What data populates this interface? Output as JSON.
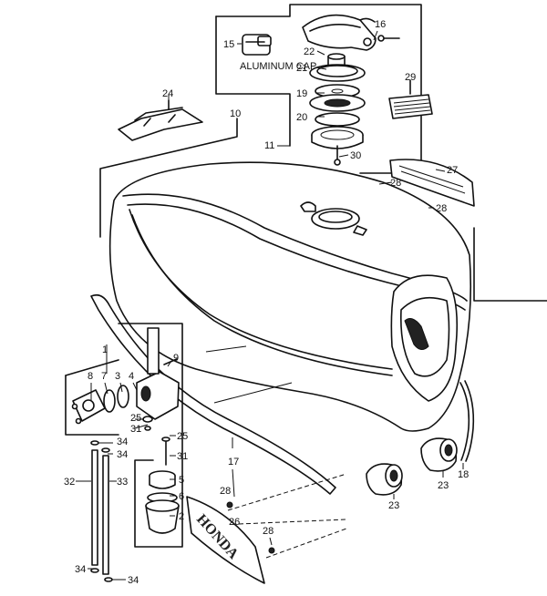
{
  "diagram": {
    "part_numbers": [
      "1",
      "2",
      "3",
      "4",
      "5",
      "6",
      "7",
      "8",
      "9",
      "10",
      "11",
      "15",
      "16",
      "17",
      "18",
      "19",
      "20",
      "21",
      "22",
      "23",
      "24",
      "25",
      "26",
      "27",
      "28",
      "29",
      "30",
      "31",
      "32",
      "33",
      "34"
    ],
    "emblem_text": "HONDA",
    "cap_caption": "ALUMINUM CAP"
  }
}
